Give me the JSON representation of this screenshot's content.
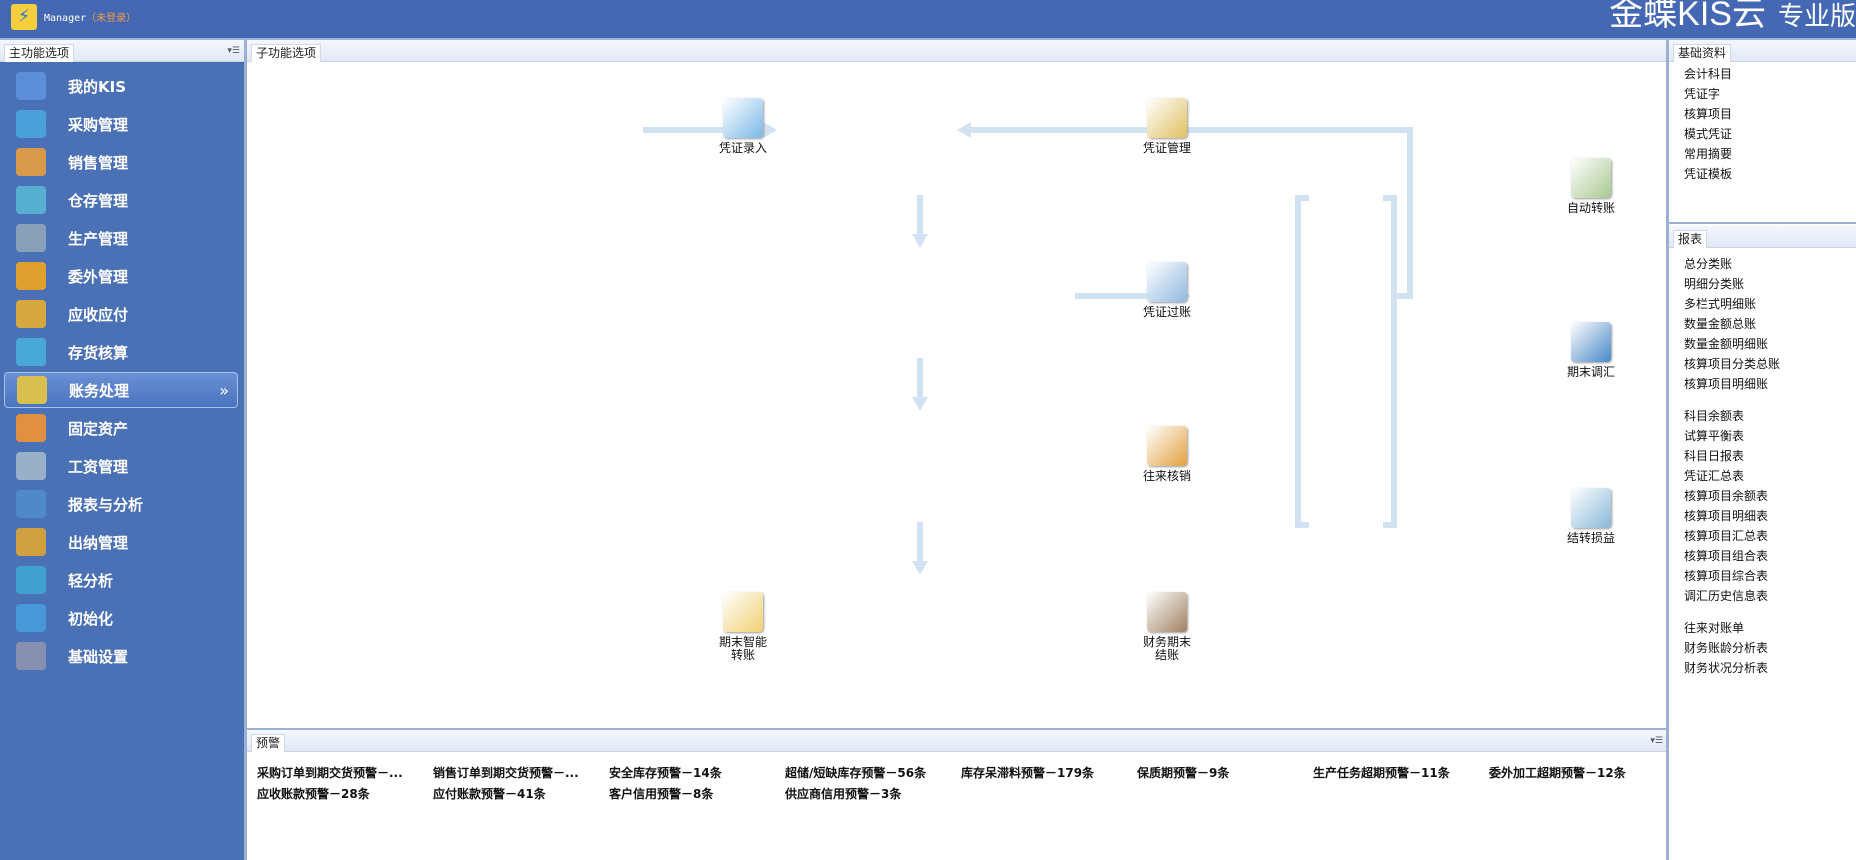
{
  "header": {
    "user": "Manager",
    "status": "（未登录）",
    "brand": "金蝶KIS云",
    "edition": "专业版"
  },
  "sidebar": {
    "tab": "主功能选项",
    "items": [
      {
        "label": "我的KIS",
        "color": "#5d8fd8"
      },
      {
        "label": "采购管理",
        "color": "#4aa0d8"
      },
      {
        "label": "销售管理",
        "color": "#d89a4a"
      },
      {
        "label": "仓存管理",
        "color": "#58b0d0"
      },
      {
        "label": "生产管理",
        "color": "#8aa0b8"
      },
      {
        "label": "委外管理",
        "color": "#e0a030"
      },
      {
        "label": "应收应付",
        "color": "#d8a840"
      },
      {
        "label": "存货核算",
        "color": "#48a8d8"
      },
      {
        "label": "账务处理",
        "color": "#d8c050"
      },
      {
        "label": "固定资产",
        "color": "#e09040"
      },
      {
        "label": "工资管理",
        "color": "#9ab0c8"
      },
      {
        "label": "报表与分析",
        "color": "#5088c8"
      },
      {
        "label": "出纳管理",
        "color": "#d0a040"
      },
      {
        "label": "轻分析",
        "color": "#40a0d0"
      },
      {
        "label": "初始化",
        "color": "#4898d8"
      },
      {
        "label": "基础设置",
        "color": "#8890b0"
      }
    ],
    "active_index": 8,
    "active_chevron": "»"
  },
  "main": {
    "tab": "子功能选项",
    "nodes": [
      {
        "label": "凭证录入",
        "color": "#7ab8e8"
      },
      {
        "label": "凭证管理",
        "color": "#e0c060"
      },
      {
        "label": "凭证过账",
        "color": "#90b8e0"
      },
      {
        "label": "往来核销",
        "color": "#e0a040"
      },
      {
        "label": "期末智能转账",
        "color": "#f0d070"
      },
      {
        "label": "财务期末结账",
        "color": "#a08060"
      },
      {
        "label": "自动转账",
        "color": "#a8c890"
      },
      {
        "label": "期末调汇",
        "color": "#4888c8"
      },
      {
        "label": "结转损益",
        "color": "#88b8d8"
      }
    ]
  },
  "warnings": {
    "tab": "预警",
    "items": [
      "采购订单到期交货预警－...",
      "销售订单到期交货预警－...",
      "安全库存预警－14条",
      "超储/短缺库存预警－56条",
      "库存呆滞料预警－179条",
      "保质期预警－9条",
      "生产任务超期预警－11条",
      "委外加工超期预警－12条",
      "应收账款预警－28条",
      "应付账款预警－41条",
      "客户信用预警－8条",
      "供应商信用预警－3条"
    ]
  },
  "right": {
    "basic_tab": "基础资料",
    "basic": [
      "会计科目",
      "凭证字",
      "核算项目",
      "模式凭证",
      "常用摘要",
      "凭证模板"
    ],
    "report_tab": "报表",
    "reports1": [
      "总分类账",
      "明细分类账",
      "多栏式明细账",
      "数量金额总账",
      "数量金额明细账",
      "核算项目分类总账",
      "核算项目明细账"
    ],
    "reports2": [
      "科目余额表",
      "试算平衡表",
      "科目日报表",
      "凭证汇总表",
      "核算项目余额表",
      "核算项目明细表",
      "核算项目汇总表",
      "核算项目组合表",
      "核算项目综合表",
      "调汇历史信息表"
    ],
    "reports3": [
      "往来对账单",
      "财务账龄分析表",
      "财务状况分析表"
    ]
  }
}
